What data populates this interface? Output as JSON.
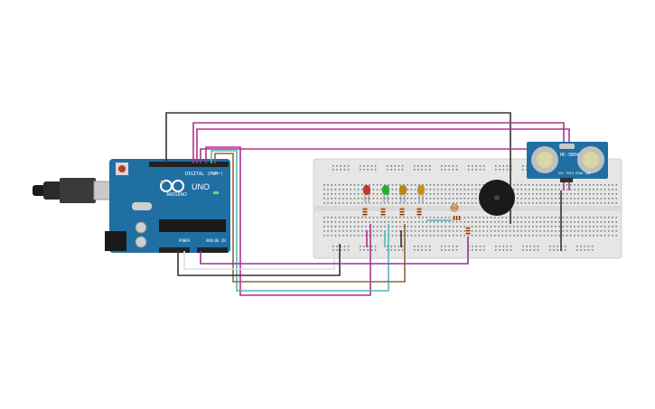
{
  "circuit": {
    "arduino": {
      "brand": "ARDUINO",
      "model": "UNO",
      "header_digital": "DIGITAL (PWM~)",
      "header_power": "POWER",
      "header_analog": "ANALOG IN"
    },
    "sensor": {
      "label": "HC-SR04",
      "pins": "VCC TRIG ECHO GND"
    },
    "breadboard": {
      "rows": 5
    },
    "leds": [
      {
        "color": "red",
        "hex": "#c0392b"
      },
      {
        "color": "green",
        "hex": "#27ae2f"
      },
      {
        "color": "yellow",
        "hex": "#b8860b"
      },
      {
        "color": "yellow",
        "hex": "#c8901a"
      }
    ],
    "components": [
      "arduino-uno",
      "usb-cable",
      "breadboard",
      "led",
      "resistor",
      "ldr",
      "buzzer",
      "ultrasonic-sensor"
    ],
    "colors": {
      "board": "#1f6fa3",
      "breadboard": "#e6e6e6",
      "wire_black": "#333333",
      "wire_magenta": "#b0338c",
      "wire_purple": "#8e3a8e",
      "wire_teal": "#5ab4c0",
      "wire_brown": "#8a6a3a",
      "wire_white": "#dddddd"
    }
  }
}
